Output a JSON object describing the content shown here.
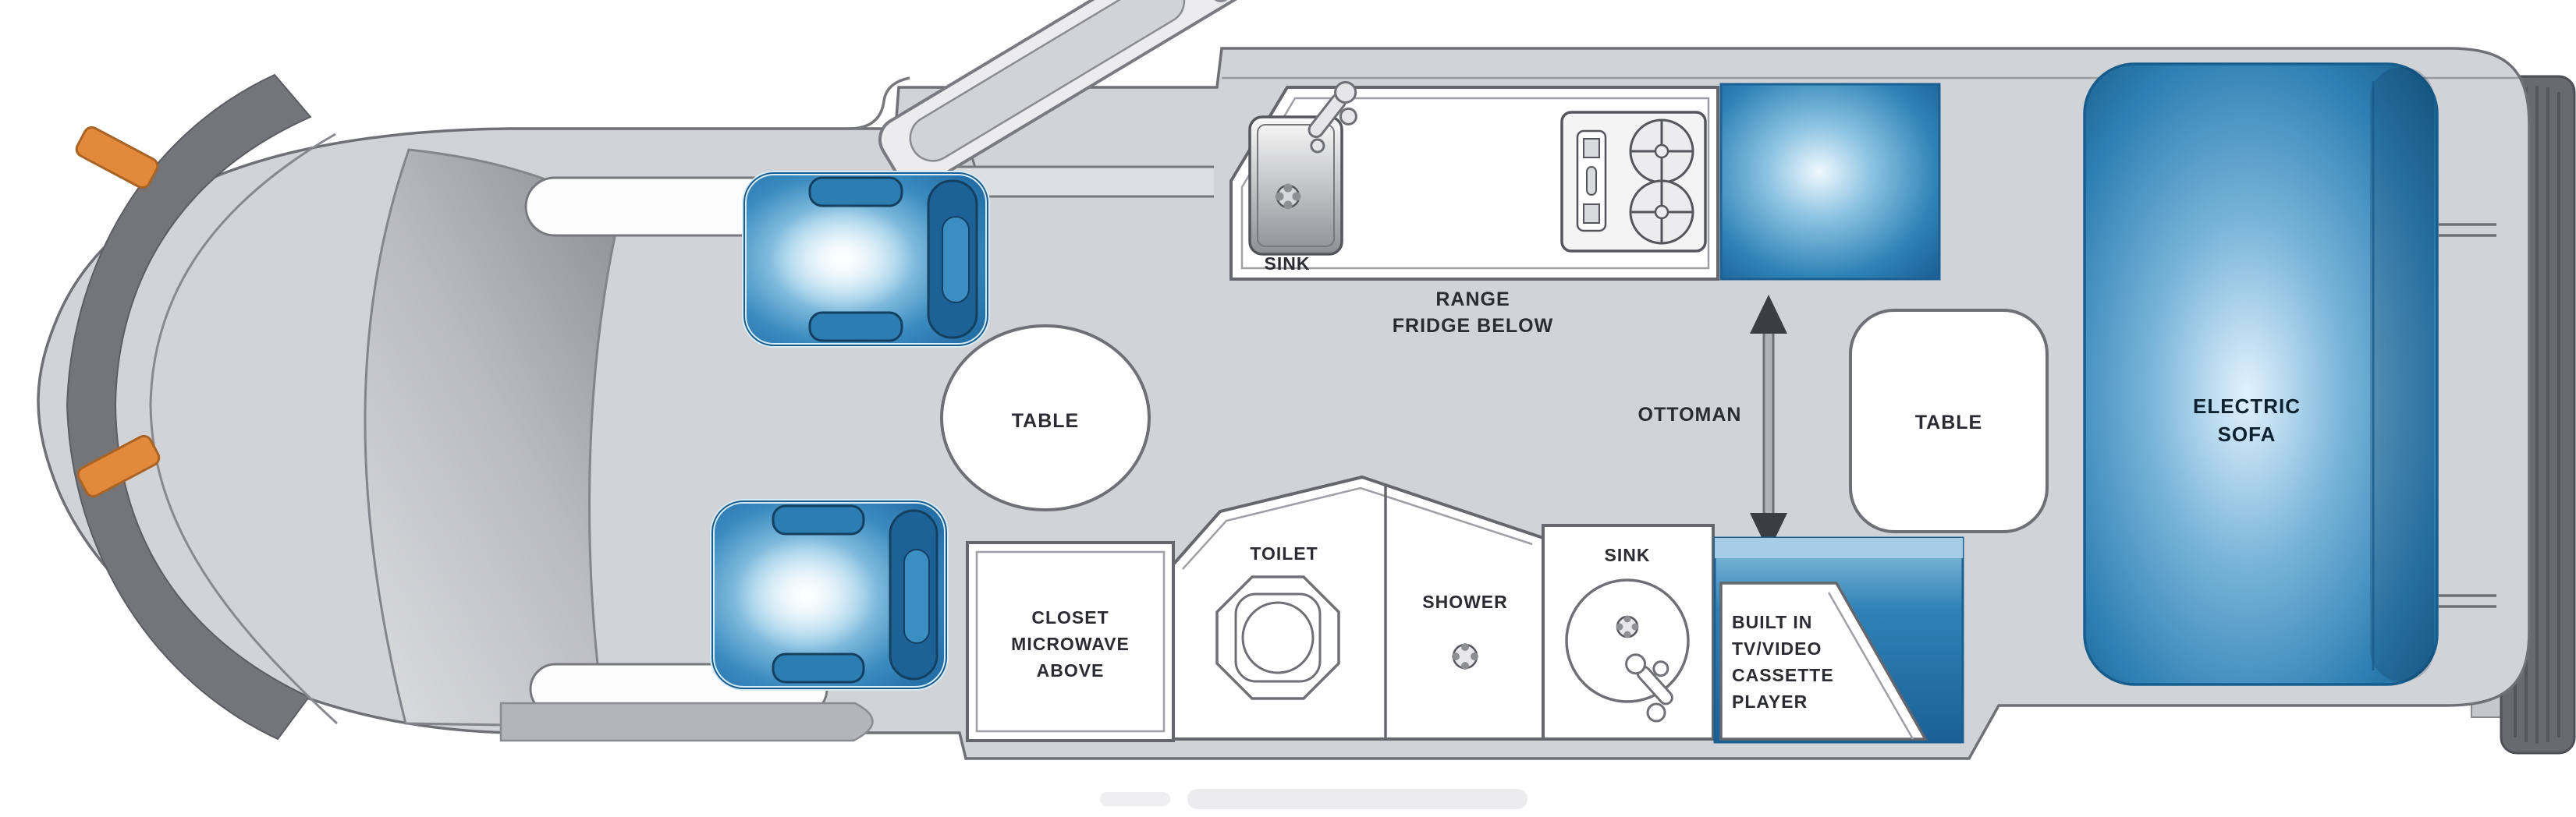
{
  "diagram": {
    "type": "rv-floor-plan",
    "vehicle": "Class B+ motorhome top-view floor plan"
  },
  "labels": {
    "front_table": "TABLE",
    "kitchen_sink": "SINK",
    "range_line1": "RANGE",
    "range_line2": "FRIDGE BELOW",
    "ottoman": "OTTOMAN",
    "rear_table": "TABLE",
    "sofa_line1": "ELECTRIC",
    "sofa_line2": "SOFA",
    "closet_line1": "CLOSET",
    "closet_line2": "MICROWAVE",
    "closet_line3": "ABOVE",
    "toilet": "TOILET",
    "shower": "SHOWER",
    "bath_sink": "SINK",
    "tv_line1": "BUILT IN",
    "tv_line2": "TV/VIDEO",
    "tv_line3": "CASSETTE",
    "tv_line4": "PLAYER"
  },
  "colors": {
    "upholstery_blue": "#2e80b4",
    "upholstery_blue_dark": "#1a609c",
    "marker_light_orange": "#e2893b",
    "body_gray": "#d2d3d6",
    "outline_gray": "#6f7075",
    "bumper_gray": "#696a6f",
    "label_ink": "#2b2c31"
  }
}
